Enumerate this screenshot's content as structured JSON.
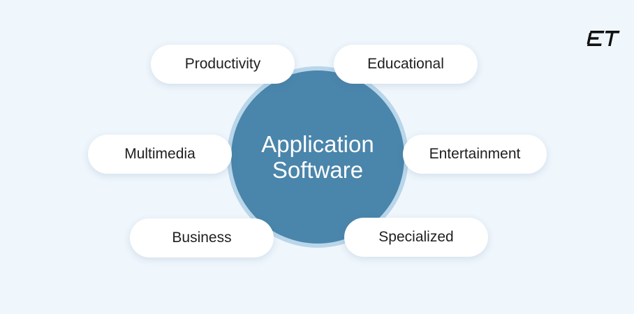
{
  "logo": {
    "text": "ET"
  },
  "hub": {
    "line1": "Application",
    "line2": "Software"
  },
  "categories": {
    "productivity": "Productivity",
    "educational": "Educational",
    "multimedia": "Multimedia",
    "entertainment": "Entertainment",
    "business": "Business",
    "specialized": "Specialized"
  },
  "colors": {
    "background": "#eff6fc",
    "hub": "#4a85ab",
    "hub_ring": "#b9d6ea",
    "pill": "#ffffff",
    "text": "#1f1f1f"
  }
}
